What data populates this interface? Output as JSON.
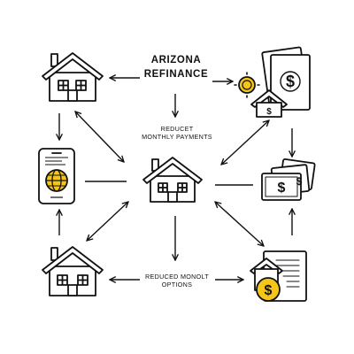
{
  "title": {
    "line1": "ARIZONA",
    "line2": "REFINANCE"
  },
  "labels": {
    "top": {
      "line1": "REDUCET",
      "line2": "MONTHLY PAYMENTS"
    },
    "bottom": {
      "line1": "REDUCED MONOLT",
      "line2": "OPTIONS"
    }
  },
  "icons": {
    "house_top_left": "house-icon",
    "house_center": "house-icon",
    "house_bottom_left": "house-icon",
    "phone": "smartphone-globe-icon",
    "money_top_right": "money-stack-house-coin-icon",
    "bills_right": "dollar-bills-icon",
    "doc_bottom_right": "document-house-coin-icon"
  },
  "colors": {
    "accent": "#F5C518",
    "line": "#111111"
  }
}
